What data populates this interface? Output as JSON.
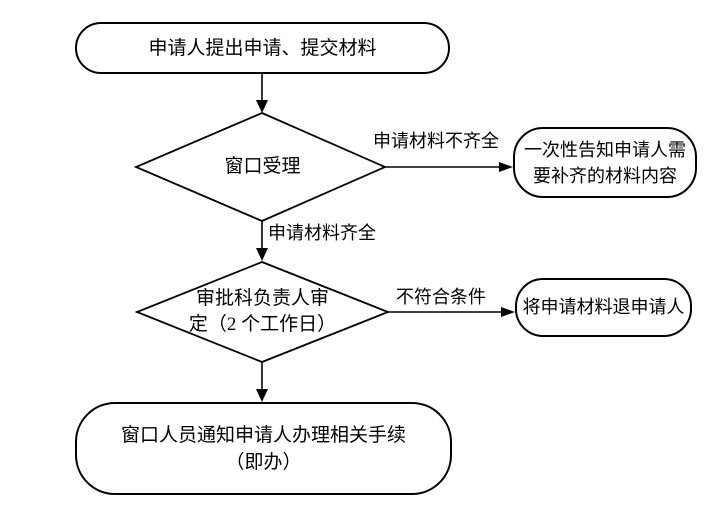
{
  "flowchart": {
    "nodes": {
      "start": {
        "label": "申请人提出申请、提交材料"
      },
      "window_acceptance": {
        "label": "窗口受理"
      },
      "notify_missing": {
        "line1": "一次性告知申请人需",
        "line2": "要补齐的材料内容"
      },
      "review": {
        "line1": "审批科负责人审",
        "line2": "定（2 个工作日）"
      },
      "return_materials": {
        "label": "将申请材料退申请人"
      },
      "end": {
        "line1": "窗口人员通知申请人办理相关手续",
        "line2": "（即办）"
      }
    },
    "edge_labels": {
      "materials_incomplete": "申请材料不齐全",
      "materials_complete": "申请材料齐全",
      "not_qualified": "不符合条件"
    },
    "colors": {
      "stroke": "#000000",
      "fill": "#ffffff",
      "text": "#000000"
    }
  }
}
